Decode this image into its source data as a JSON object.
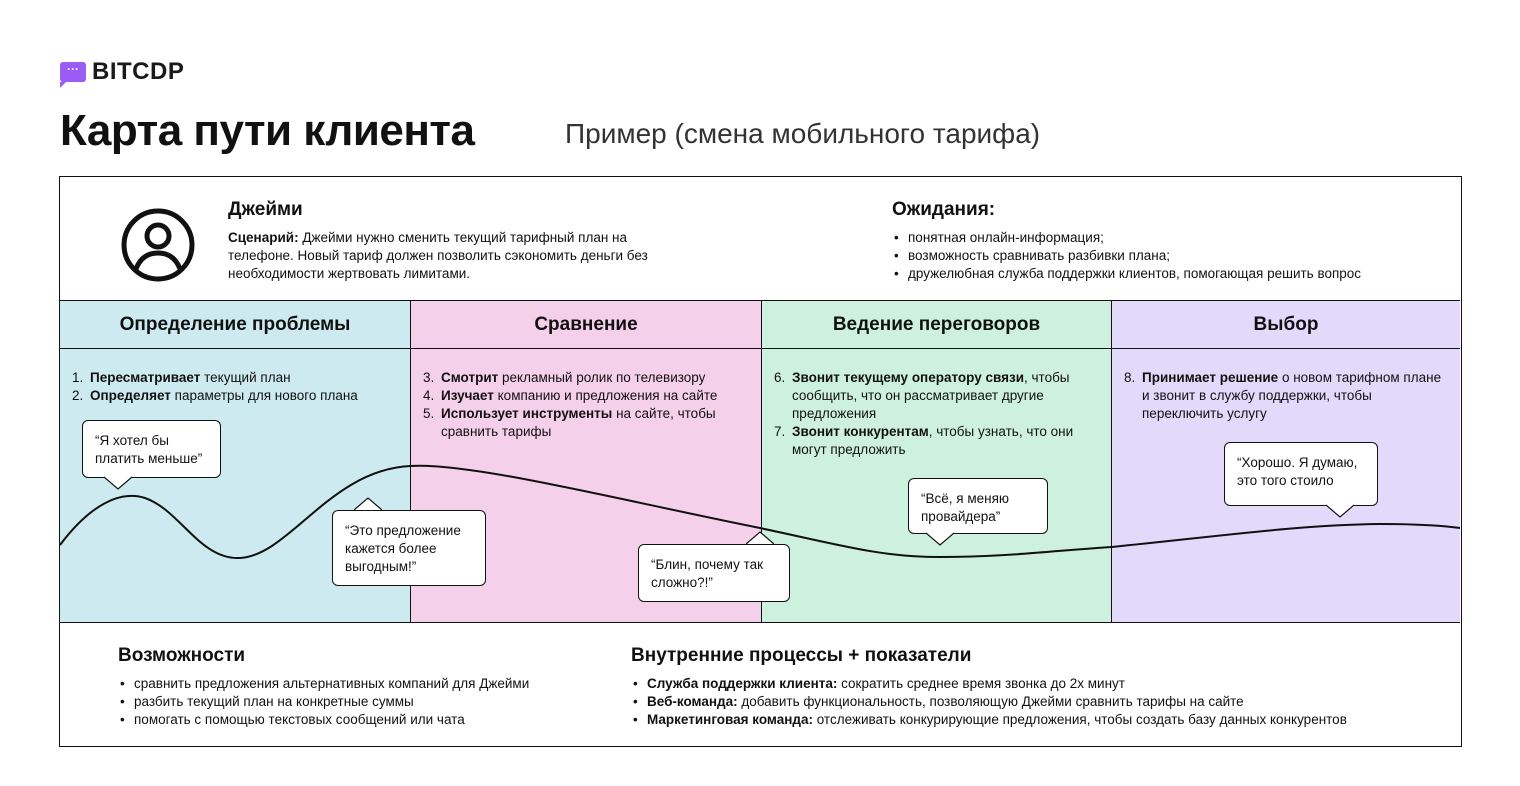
{
  "logo": {
    "icon": "chat-bubble-icon",
    "text": "BITCDP",
    "color": "#9b5cf6"
  },
  "title": "Карта пути клиента",
  "subtitle": "Пример (смена мобильного тарифа)",
  "persona": {
    "name": "Джейми",
    "scenario_label": "Сценарий:",
    "scenario_text": " Джейми нужно сменить текущий тарифный план на телефоне. Новый тариф должен позволить сэкономить деньги без необходимости жертвовать лимитами."
  },
  "expectations": {
    "title": "Ожидания:",
    "items": [
      "понятная онлайн-информация;",
      "возможность сравнивать разбивки плана;",
      "дружелюбная служба поддержки клиентов, помогающая решить вопрос"
    ]
  },
  "stages": [
    {
      "title": "Определение проблемы",
      "color": "#cdeaf0",
      "steps": [
        {
          "n": "1.",
          "bold": "Пересматривает",
          "text": " текущий план"
        },
        {
          "n": "2.",
          "bold": "Определяет",
          "text": " параметры для нового плана"
        }
      ]
    },
    {
      "title": "Сравнение",
      "color": "#f5d0ea",
      "steps": [
        {
          "n": "3.",
          "bold": "Смотрит",
          "text": " рекламный ролик по телевизору"
        },
        {
          "n": "4.",
          "bold": "Изучает",
          "text": " компанию и предложения на сайте"
        },
        {
          "n": "5.",
          "bold": "Использует инструменты",
          "text": " на сайте, чтобы сравнить тарифы"
        }
      ]
    },
    {
      "title": "Ведение переговоров",
      "color": "#cdf0df",
      "steps": [
        {
          "n": "6.",
          "bold": "Звонит текущему оператору связи",
          "text": ", чтобы сообщить, что он рассматривает другие предложения"
        },
        {
          "n": "7.",
          "bold": "Звонит конкурентам",
          "text": ", чтобы узнать, что они могут предложить"
        }
      ]
    },
    {
      "title": "Выбор",
      "color": "#e3d9fb",
      "steps": [
        {
          "n": "8.",
          "bold": "Принимает решение",
          "text": " о новом тарифном плане и звонит в службу поддержки, чтобы переключить услугу"
        }
      ]
    }
  ],
  "quotes": [
    "“Я хотел бы платить меньше”",
    "“Это предложение кажется более выгодным!”",
    "“Блин, почему так сложно?!”",
    "“Всё, я меняю провайдера”",
    "“Хорошо. Я думаю, это того стоило"
  ],
  "opportunities": {
    "title": "Возможности",
    "items": [
      "сравнить предложения альтернативных компаний для Джейми",
      "разбить текущий план на конкретные суммы",
      "помогать с помощью текстовых сообщений или чата"
    ]
  },
  "internal": {
    "title": "Внутренние процессы + показатели",
    "items": [
      {
        "bold": "Служба поддержки клиента:",
        "text": " сократить среднее время звонка до 2х минут"
      },
      {
        "bold": "Веб-команда:",
        "text": " добавить функциональность, позволяющую Джейми сравнить тарифы на сайте"
      },
      {
        "bold": "Маркетинговая команда:",
        "text": " отслеживать конкурирующие предложения, чтобы создать базу данных конкурентов"
      }
    ]
  }
}
